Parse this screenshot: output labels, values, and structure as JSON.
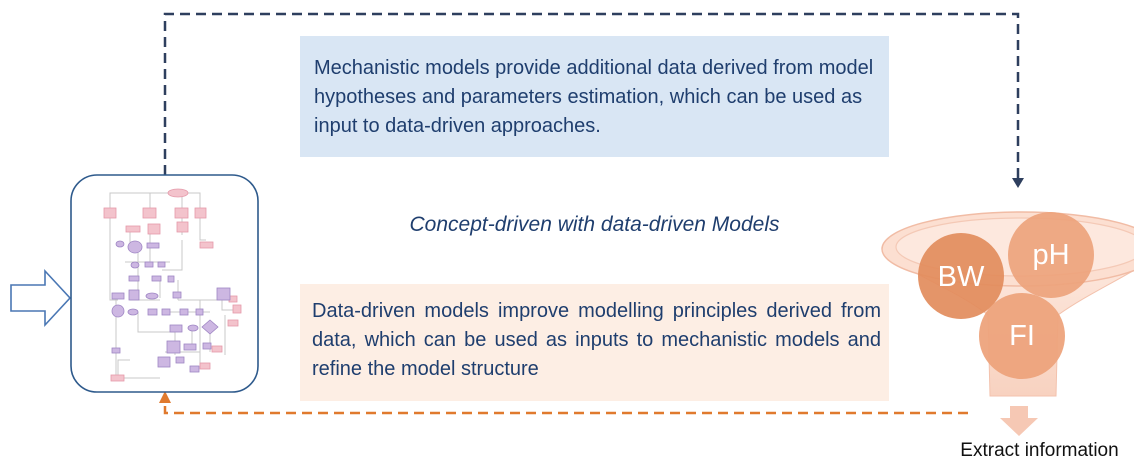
{
  "boxes": {
    "top_text": "Mechanistic models provide additional data derived from model hypotheses and parameters estimation, which can be used as input to data-driven approaches.",
    "bottom_text": "Data-driven models improve modelling principles derived from data, which can be used as inputs to mechanistic models and refine the model structure"
  },
  "center_label": "Concept-driven with data-driven Models",
  "funnel": {
    "circles": [
      "BW",
      "pH",
      "FI"
    ]
  },
  "caption": "Extract information",
  "colors": {
    "top_arrow": "#2e3f5e",
    "bottom_arrow": "#e07a2e",
    "top_box": "#d9e6f4",
    "bottom_box": "#fdeee4",
    "text": "#1f3e6e",
    "circle": "#eda37c",
    "circle_dark": "#e28c5c",
    "funnel": "#fbe0d3"
  },
  "icons": [
    "input-arrow-icon",
    "network-diagram-icon",
    "funnel-icon",
    "down-arrow-icon"
  ]
}
